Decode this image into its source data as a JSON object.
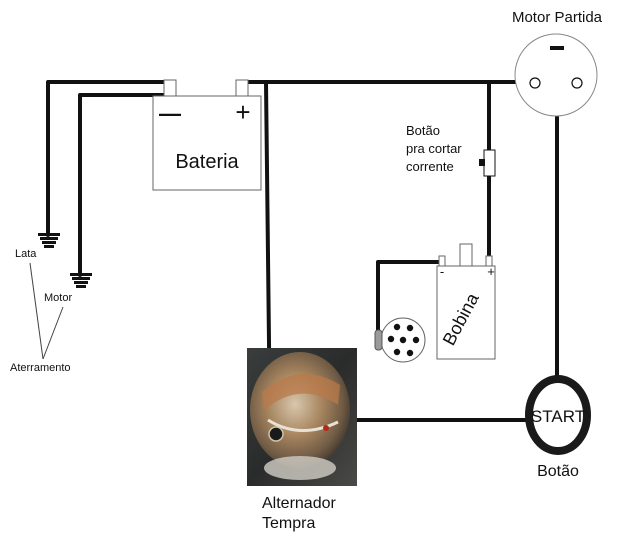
{
  "labels": {
    "motor_partida": "Motor Partida",
    "bateria": "Bateria",
    "bateria_minus": "—",
    "bateria_plus": "+",
    "botao_cortar_line1": "Botão",
    "botao_cortar_line2": "pra cortar",
    "botao_cortar_line3": "corrente",
    "bobina": "Bobina",
    "bobina_minus": "-",
    "bobina_plus": "+",
    "lata": "Lata",
    "motor": "Motor",
    "aterramento": "Aterramento",
    "start": "START",
    "botao": "Botão",
    "alternador_line1": "Alternador",
    "alternador_line2": "Tempra"
  },
  "colors": {
    "wire": "#111111",
    "start_ring": "#1a1a1a",
    "box_stroke": "#666666"
  }
}
